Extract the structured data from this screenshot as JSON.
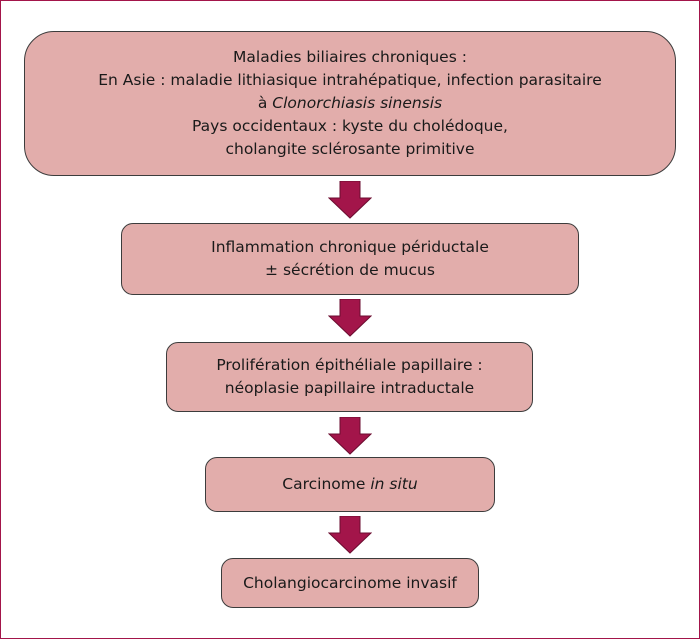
{
  "colors": {
    "box_fill": "#e2adab",
    "arrow_fill": "#a3154a",
    "frame_border": "#a3154a"
  },
  "boxes": [
    {
      "lines": [
        "Maladies biliaires chroniques :",
        "En Asie : maladie lithiasique intrahépatique, infection parasitaire",
        "à ",
        "Pays occidentaux : kyste du cholédoque,",
        "cholangite sclérosante primitive"
      ],
      "italic": "Clonorchiasis sinensis"
    },
    {
      "lines": [
        "Inflammation chronique périductale",
        "± sécrétion de mucus"
      ]
    },
    {
      "lines": [
        "Prolifération épithéliale papillaire :",
        "néoplasie papillaire intraductale"
      ]
    },
    {
      "prefix": "Carcinome ",
      "italic": "in situ"
    },
    {
      "lines": [
        "Cholangiocarcinome invasif"
      ]
    }
  ]
}
